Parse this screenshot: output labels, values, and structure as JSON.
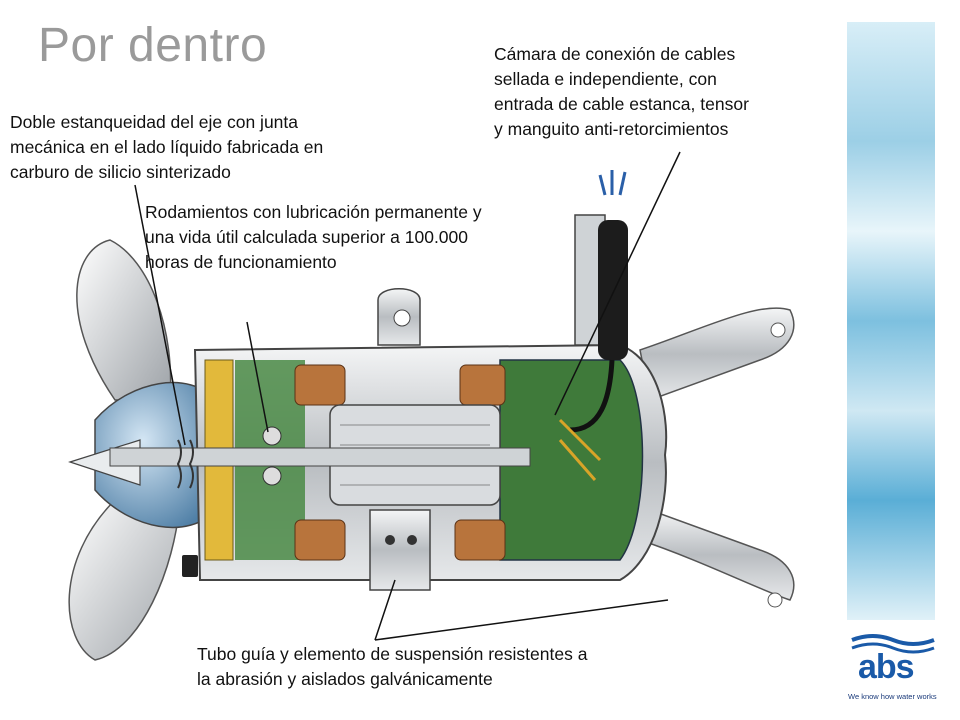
{
  "title": "Por dentro",
  "labels": {
    "cable_chamber": "Cámara de conexión de cables\nsellada e independiente, con\nentrada de cable estanca,  tensor\ny manguito anti-retorcimientos",
    "shaft_seal": "Doble estanqueidad del eje con junta\nmecánica en el lado líquido fabricada en\ncarburo de silicio sinterizado",
    "bearings": "Rodamientos con lubricación permanente y\nuna vida útil calculada superior a 100.000\nhoras de funcionamiento",
    "guide_tube": "Tubo guía y elemento de suspensión resistentes a\nla abrasión y aislados galvánicamente"
  },
  "logo": {
    "brand": "abs",
    "tagline": "We know how water works"
  },
  "colors": {
    "title": "#9a9a9a",
    "brand_blue": "#1a5aa8",
    "chamber_green": "#3f7a3a",
    "housing_silver": "#c9cccf"
  }
}
